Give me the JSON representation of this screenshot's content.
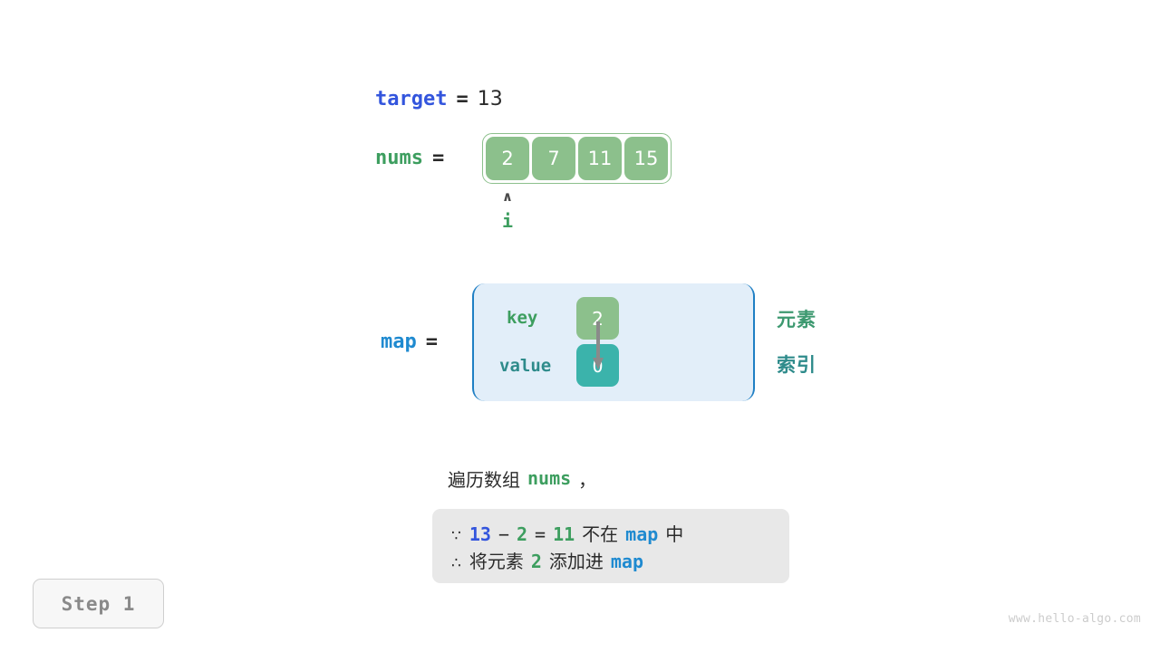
{
  "variables": {
    "target": {
      "name": "target",
      "equals": "=",
      "value": "13"
    },
    "nums": {
      "name": "nums",
      "equals": "=",
      "cells": [
        "2",
        "7",
        "11",
        "15"
      ]
    },
    "map": {
      "name": "map",
      "equals": "=",
      "key_label": "key",
      "value_label": "value",
      "key_cell": "2",
      "value_cell": "0"
    }
  },
  "pointer": {
    "caret": "∧",
    "label": "i",
    "index": 0
  },
  "side_labels": {
    "element": "元素",
    "index": "索引"
  },
  "caption": {
    "prefix": "遍历数组",
    "token": "nums",
    "suffix": "，"
  },
  "note": {
    "line1": {
      "symbol": "∵",
      "a": "13",
      "minus": "−",
      "b": "2",
      "eq": "=",
      "result": "11",
      "text_mid": "不在",
      "map": "map",
      "text_end": "中"
    },
    "line2": {
      "symbol": "∴",
      "text_start": "将元素",
      "value": "2",
      "text_mid": "添加进",
      "map": "map"
    }
  },
  "step_badge": "Step 1",
  "watermark": "www.hello-algo.com",
  "colors": {
    "target_blue": "#3355dd",
    "nums_green": "#3d9e5f",
    "map_blue": "#1f8ad0",
    "cell_green": "#8cc08c",
    "cell_teal": "#3bb3ab",
    "map_box_fill": "#e2eef9",
    "map_box_border": "#1f7fc4",
    "note_box_fill": "#e8e8e8",
    "element_label": "#3d9970",
    "index_label": "#2e8b8b",
    "text_dark": "#2b2b2b",
    "watermark_gray": "#cccccc"
  }
}
